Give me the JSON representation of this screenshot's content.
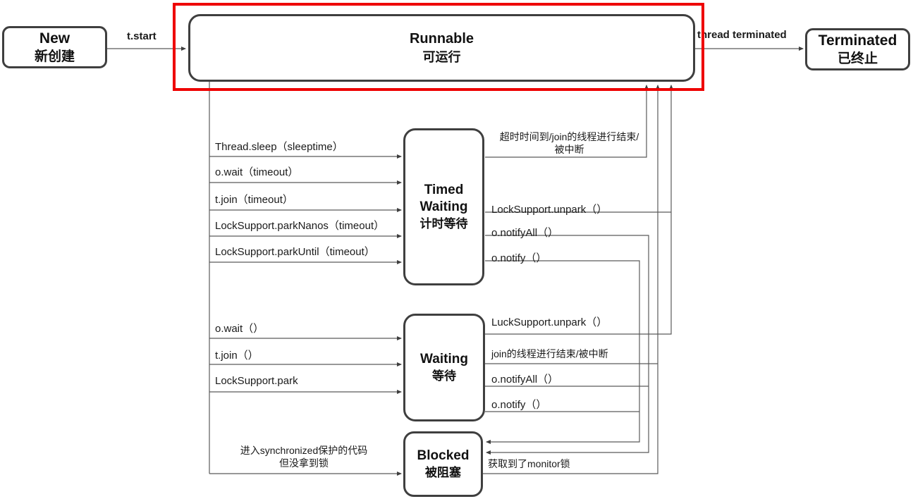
{
  "states": {
    "new": {
      "name": "New",
      "name_zh": "新创建"
    },
    "runnable": {
      "name": "Runnable",
      "name_zh": "可运行"
    },
    "terminated": {
      "name": "Terminated",
      "name_zh": "已终止"
    },
    "timed_waiting": {
      "name": "Timed Waiting",
      "name_zh": "计时等待"
    },
    "waiting": {
      "name": "Waiting",
      "name_zh": "等待"
    },
    "blocked": {
      "name": "Blocked",
      "name_zh": "被阻塞"
    }
  },
  "transitions": {
    "new_to_runnable": "t.start",
    "runnable_to_terminated": "thread terminated",
    "runnable_to_timed_waiting": [
      "Thread.sleep（sleeptime）",
      "o.wait（timeout）",
      "t.join（timeout）",
      "LockSupport.parkNanos（timeout）",
      "LockSupport.parkUntil（timeout）"
    ],
    "runnable_to_waiting": [
      "o.wait（）",
      "t.join（）",
      "LockSupport.park"
    ],
    "runnable_to_blocked": {
      "line1": "进入synchronized保护的代码",
      "line2": "但没拿到锁"
    },
    "timed_waiting_to_runnable": {
      "timeout_line1": "超时时间到/join的线程进行结束/",
      "timeout_line2": "被中断",
      "unpark": "LockSupport.unpark（）"
    },
    "timed_waiting_to_blocked": {
      "notify_all": "o.notifyAll（）",
      "notify": "o.notify（）"
    },
    "waiting_to_runnable": {
      "unpark": "LuckSupport.unpark（）",
      "join_end": "join的线程进行结束/被中断"
    },
    "waiting_to_blocked": {
      "notify_all": "o.notifyAll（）",
      "notify": "o.notify（）"
    },
    "blocked_to_runnable": {
      "monitor": "获取到了monitor锁"
    }
  },
  "colors": {
    "highlight_border": "#ee0000",
    "box_border": "#3f3f3f",
    "connector": "#5a5a5a",
    "text": "#111111",
    "background": "#ffffff"
  }
}
